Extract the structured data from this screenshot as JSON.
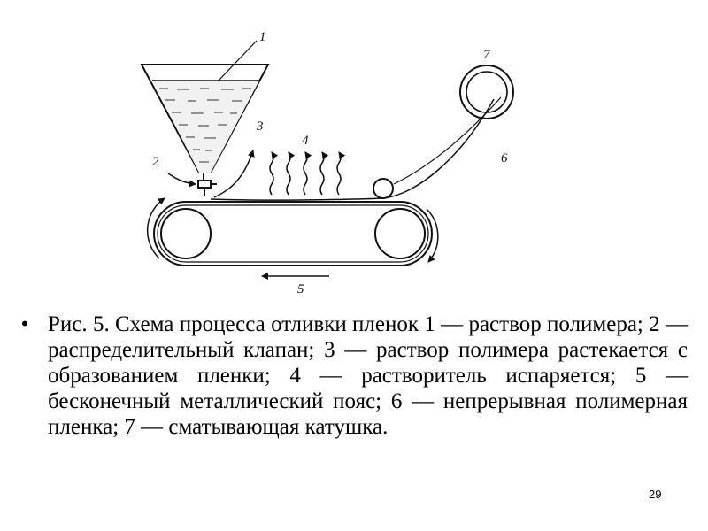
{
  "diagram": {
    "labels": {
      "hopper": "1",
      "valve": "2",
      "spreading": "3",
      "evaporation": "4",
      "belt": "5",
      "film": "6",
      "reel": "7"
    }
  },
  "caption": {
    "bullet": "•",
    "text": "Рис. 5. Схема процесса отливки пленок 1 — раствор полимера; 2 — распределительный клапан; 3 — раствор полимера растекается с образованием пленки; 4 — растворитель испаряется; 5 — бесконечный металлический пояс; 6 — непрерывная полимерная пленка; 7 — сматывающая катушка."
  },
  "page_number": "29"
}
